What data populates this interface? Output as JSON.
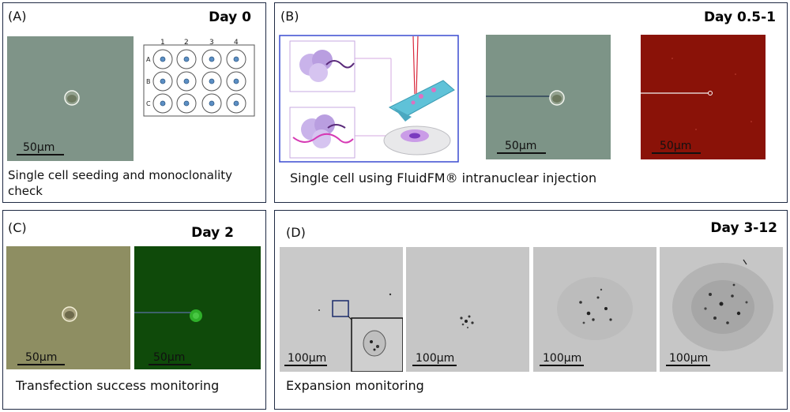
{
  "panels": {
    "a": {
      "label": "(A)",
      "day": "Day 0",
      "scale": "50μm",
      "caption": "Single cell seeding and monoclonality check"
    },
    "b": {
      "label": "(B)",
      "day": "Day 0.5-1",
      "scale1": "50μm",
      "scale2": "50μm",
      "caption": "Single cell using FluidFM® intranuclear injection"
    },
    "c": {
      "label": "(C)",
      "day": "Day 2",
      "scale1": "50μm",
      "scale2": "50μm",
      "caption": "Transfection success monitoring"
    },
    "d": {
      "label": "(D)",
      "day": "Day 3-12",
      "scale1": "100μm",
      "scale2": "100μm",
      "scale3": "100μm",
      "scale4": "100μm",
      "caption": "Expansion monitoring"
    }
  },
  "plate": {
    "columns": [
      "1",
      "2",
      "3",
      "4"
    ],
    "rows": [
      "A",
      "B",
      "C"
    ]
  },
  "colors": {
    "border": "#1f2a44",
    "phase_contrast": "#7f9488",
    "fluorescence_red": "#8a1208",
    "fluorescence_green": "#0f4a0a",
    "brightfield_yellow": "#8e8e62",
    "grey_micrograph": "#c9c9c9",
    "schematic_frame": "#3a4bd0"
  }
}
